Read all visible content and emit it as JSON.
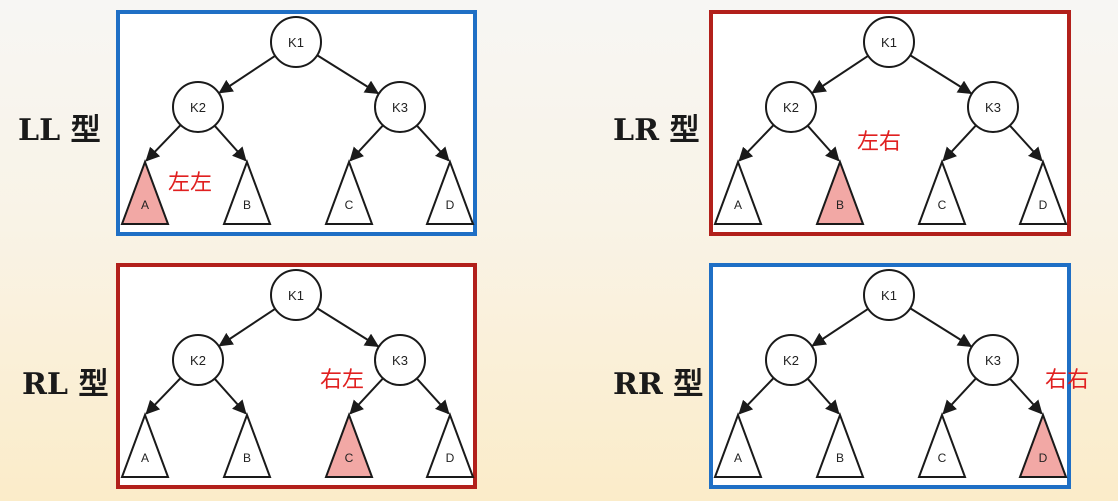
{
  "colors": {
    "blue": "#1f6fc5",
    "red": "#b2201b",
    "highlight": "#f2a8a5",
    "arrow": "#1a1a1a"
  },
  "panels": [
    {
      "id": "ll",
      "type_label": "LL 型",
      "border": "blue",
      "nodes": [
        "K1",
        "K2",
        "K3"
      ],
      "leaves": [
        "A",
        "B",
        "C",
        "D"
      ],
      "highlight_leaf": 0,
      "note": "左左"
    },
    {
      "id": "lr",
      "type_label": "LR 型",
      "border": "red",
      "nodes": [
        "K1",
        "K2",
        "K3"
      ],
      "leaves": [
        "A",
        "B",
        "C",
        "D"
      ],
      "highlight_leaf": 1,
      "note": "左右"
    },
    {
      "id": "rl",
      "type_label": "RL 型",
      "border": "red",
      "nodes": [
        "K1",
        "K2",
        "K3"
      ],
      "leaves": [
        "A",
        "B",
        "C",
        "D"
      ],
      "highlight_leaf": 2,
      "note": "右左"
    },
    {
      "id": "rr",
      "type_label": "RR 型",
      "border": "blue",
      "nodes": [
        "K1",
        "K2",
        "K3"
      ],
      "leaves": [
        "A",
        "B",
        "C",
        "D"
      ],
      "highlight_leaf": 3,
      "note": "右右"
    }
  ]
}
